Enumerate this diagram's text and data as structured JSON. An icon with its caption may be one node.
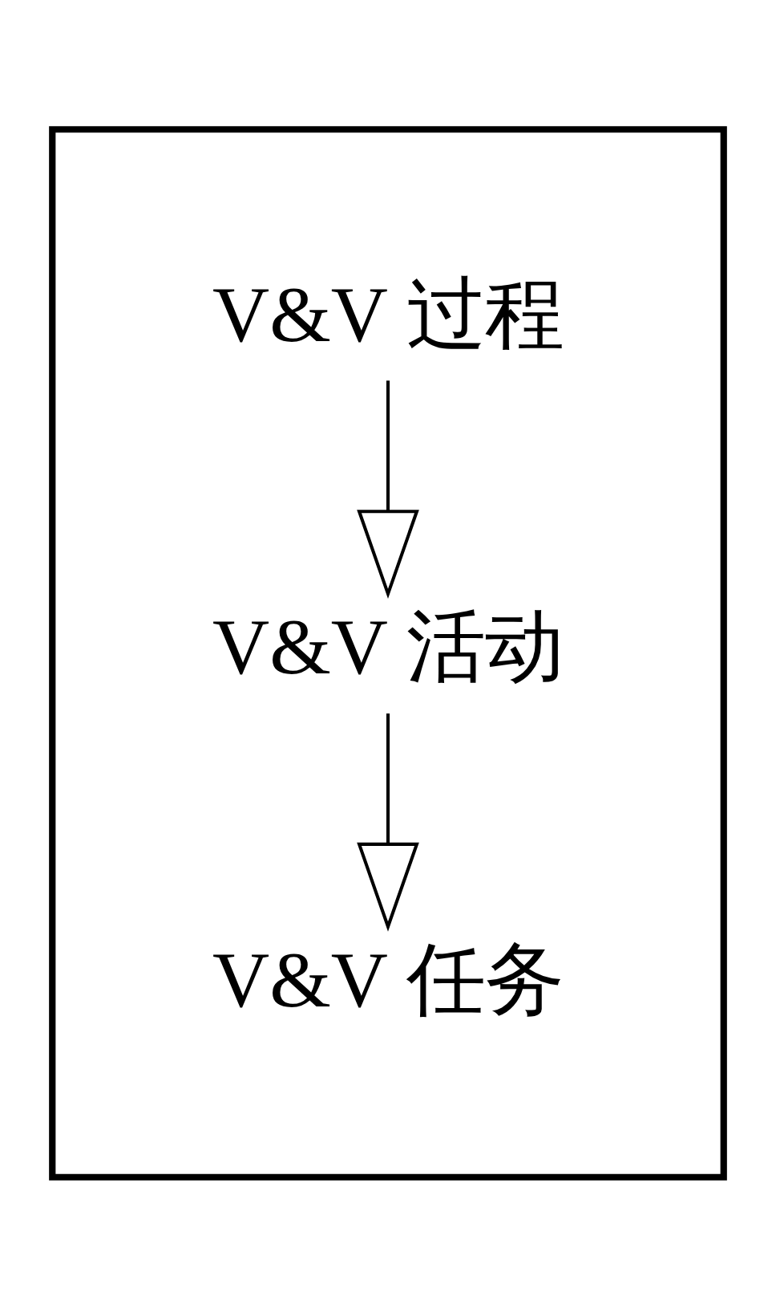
{
  "diagram": {
    "nodes": [
      {
        "text": [],
        "shape": "box"
      },
      {
        "text": [
          "V&V 过程"
        ],
        "in": 0
      },
      {
        "text": [
          "V&V 活动"
        ],
        "in": 0
      },
      {
        "text": [
          "V&V 任务"
        ],
        "in": 0
      }
    ],
    "edges": [
      {
        "from": 1,
        "to": 2,
        "arrow": "to"
      },
      {
        "from": 2,
        "to": 3,
        "arrow": "to"
      }
    ]
  }
}
